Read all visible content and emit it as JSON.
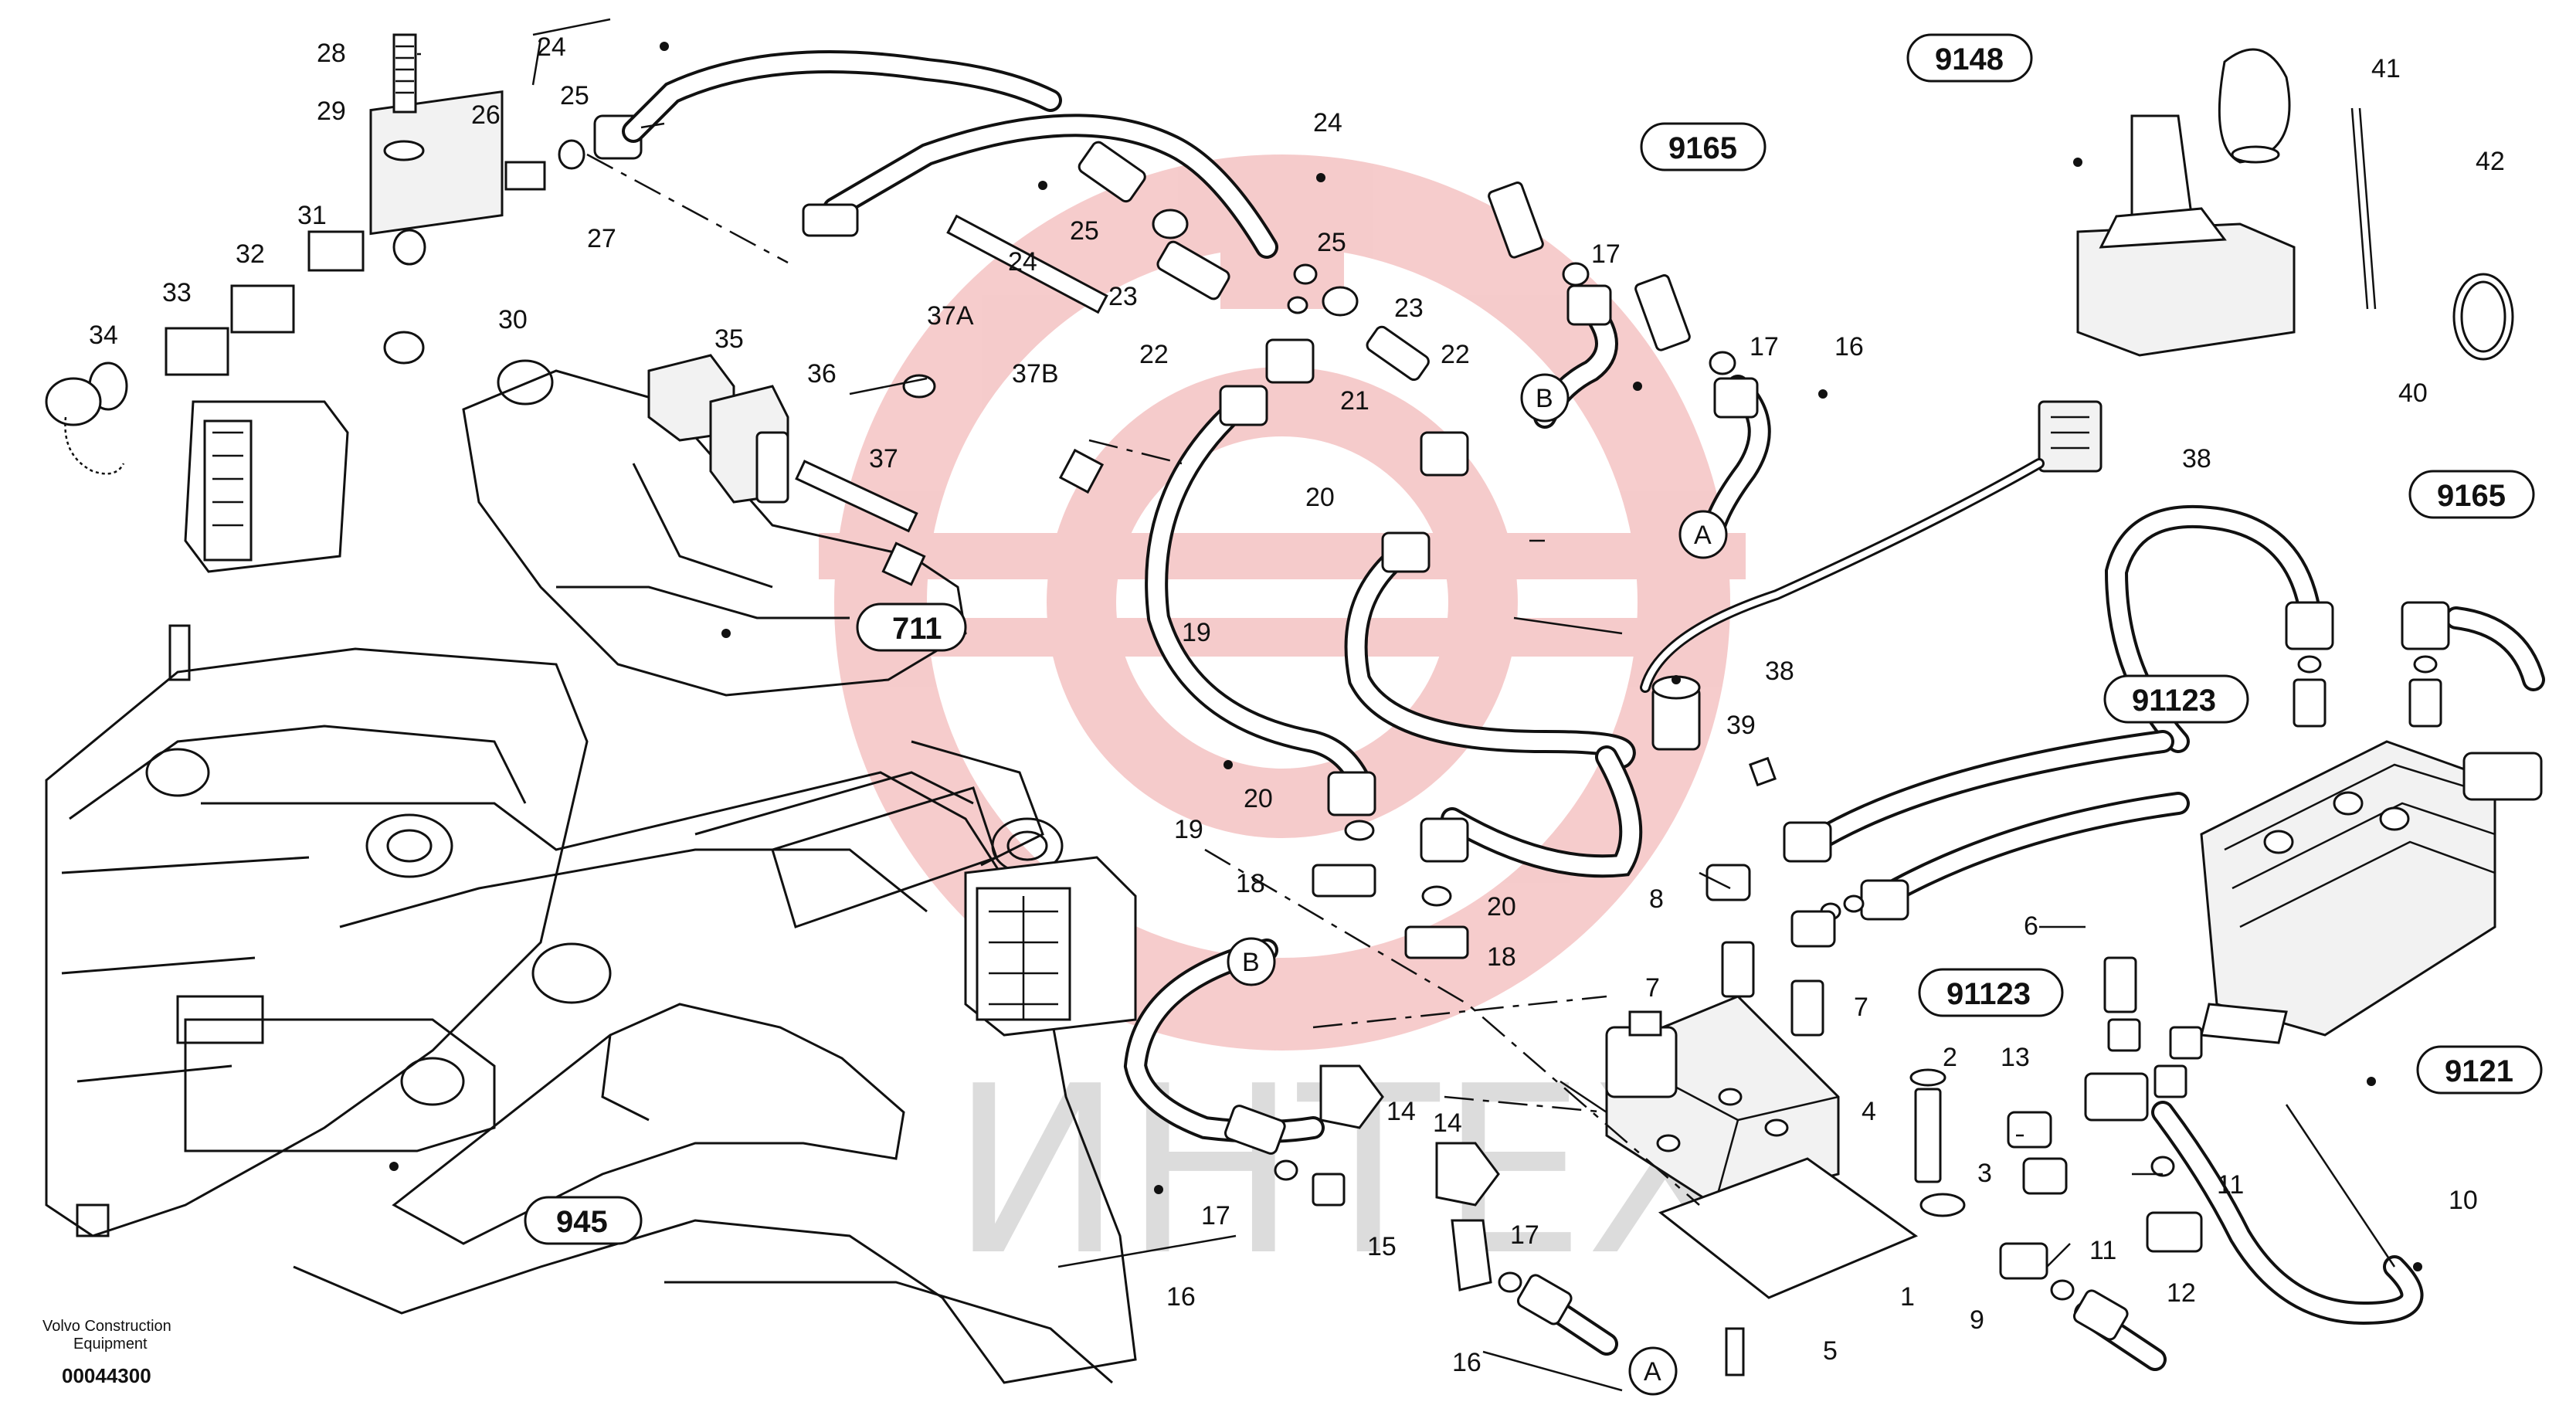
{
  "diagram": {
    "footer": {
      "brand_line1": "Volvo Construction",
      "brand_line2": "Equipment",
      "drawing_number": "00044300"
    },
    "watermark": {
      "text": "ИНТЕХ",
      "logo_color": "#f5c6c6",
      "text_color": "#dcdcdc"
    },
    "reference_callouts": [
      "9148",
      "9165",
      "711",
      "9165",
      "91123",
      "91123",
      "9121",
      "945"
    ],
    "connection_markers": [
      "B",
      "A",
      "B",
      "A"
    ],
    "part_numbers": [
      "28",
      "29",
      "26",
      "24",
      "25",
      "27",
      "31",
      "32",
      "33",
      "34",
      "30",
      "24",
      "25",
      "23",
      "22",
      "24",
      "25",
      "23",
      "22",
      "21",
      "20",
      "37A",
      "37B",
      "35",
      "36",
      "37",
      "17",
      "17",
      "16",
      "41",
      "42",
      "40",
      "38",
      "19",
      "20",
      "18",
      "19",
      "20",
      "18",
      "38",
      "39",
      "8",
      "7",
      "7",
      "4",
      "14",
      "14",
      "15",
      "17",
      "17",
      "16",
      "16",
      "2",
      "3",
      "1",
      "5",
      "13",
      "11",
      "12",
      "9",
      "11",
      "6",
      "10"
    ]
  }
}
